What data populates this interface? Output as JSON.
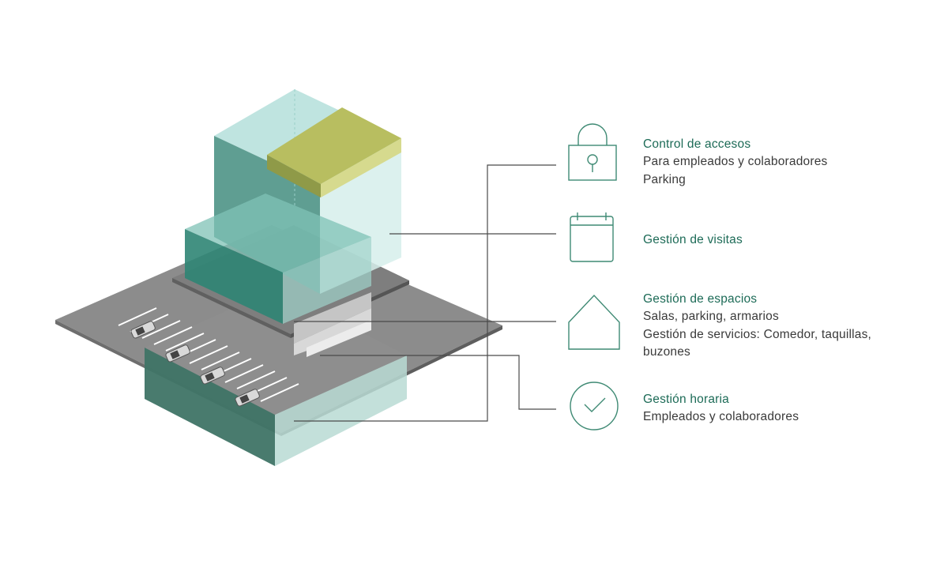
{
  "colors": {
    "accent": "#1d6b57",
    "text": "#3a3a3a",
    "icon_stroke": "#3f8a74",
    "leader_line": "#4a4a4a"
  },
  "features": [
    {
      "icon": "padlock-icon",
      "title": "Control de accesos",
      "lines": [
        "Para empleados y colaboradores",
        "Parking"
      ]
    },
    {
      "icon": "calendar-icon",
      "title": "Gestión de visitas",
      "lines": []
    },
    {
      "icon": "house-icon",
      "title": "Gestión de espacios",
      "lines": [
        "Salas, parking, armarios",
        "Gestión de servicios: Comedor, taquillas,",
        "buzones"
      ]
    },
    {
      "icon": "check-circle-icon",
      "title": "Gestión horaria",
      "lines": [
        "Empleados y colaboradores"
      ]
    }
  ]
}
